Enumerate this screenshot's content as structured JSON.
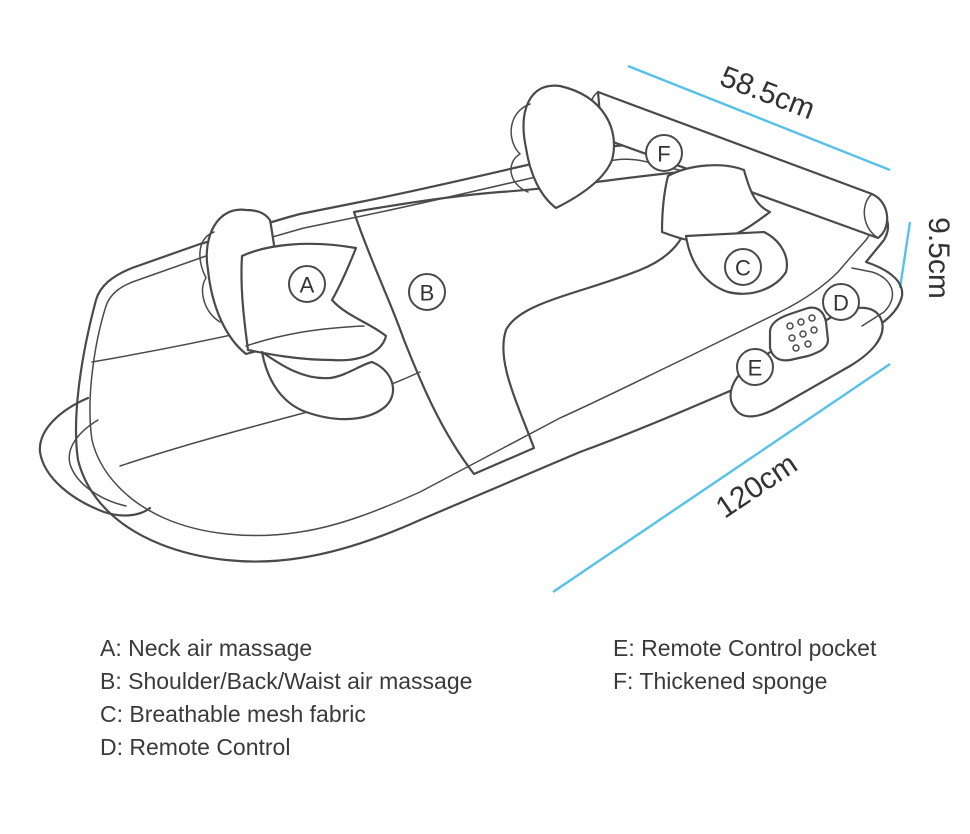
{
  "dimensions": {
    "width": "58.5cm",
    "height": "9.5cm",
    "length": "120cm"
  },
  "markers": {
    "a": "A",
    "b": "B",
    "c": "C",
    "d": "D",
    "e": "E",
    "f": "F"
  },
  "legend": {
    "left": [
      "A: Neck air massage",
      "B: Shoulder/Back/Waist air massage",
      "C: Breathable mesh fabric",
      "D: Remote Control"
    ],
    "right": [
      "E: Remote Control pocket",
      "F: Thickened sponge"
    ]
  },
  "colors": {
    "dimension_line": "#56c1ea",
    "outline": "#4a4a4a"
  }
}
